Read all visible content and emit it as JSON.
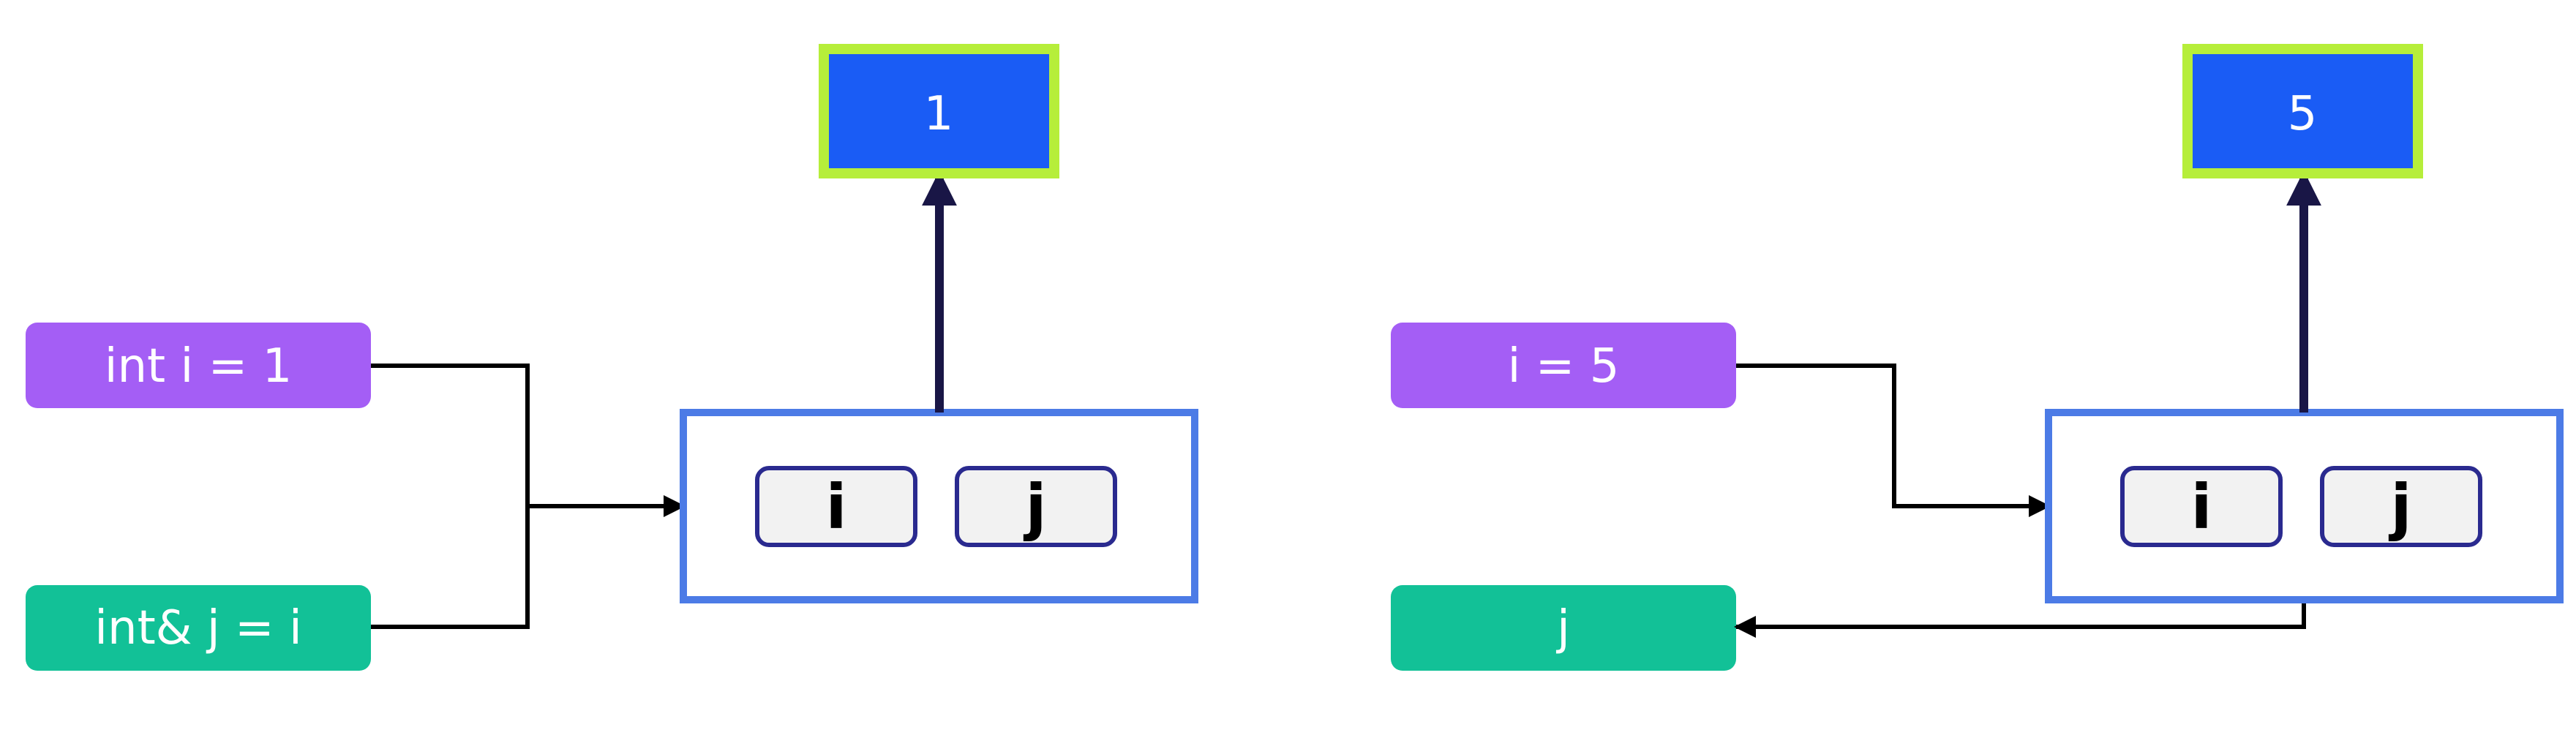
{
  "colors": {
    "declaration_purple": "#A45EF5",
    "reference_teal": "#12C197",
    "memory_outline_blue": "#4C7BE6",
    "slot_outline_navy": "#2A2A8F",
    "slot_fill": "#F2F2F2",
    "value_fill_blue": "#1A5CF5",
    "value_border_lime": "#B6EE3A",
    "arrow_dark": "#191646",
    "connector_black": "#000000"
  },
  "left_panel": {
    "statement_top": "int i = 1",
    "statement_bottom": "int& j = i",
    "slots": [
      "i",
      "j"
    ],
    "value": "1"
  },
  "right_panel": {
    "statement_top": "i = 5",
    "statement_bottom": "j",
    "slots": [
      "i",
      "j"
    ],
    "value": "5"
  }
}
